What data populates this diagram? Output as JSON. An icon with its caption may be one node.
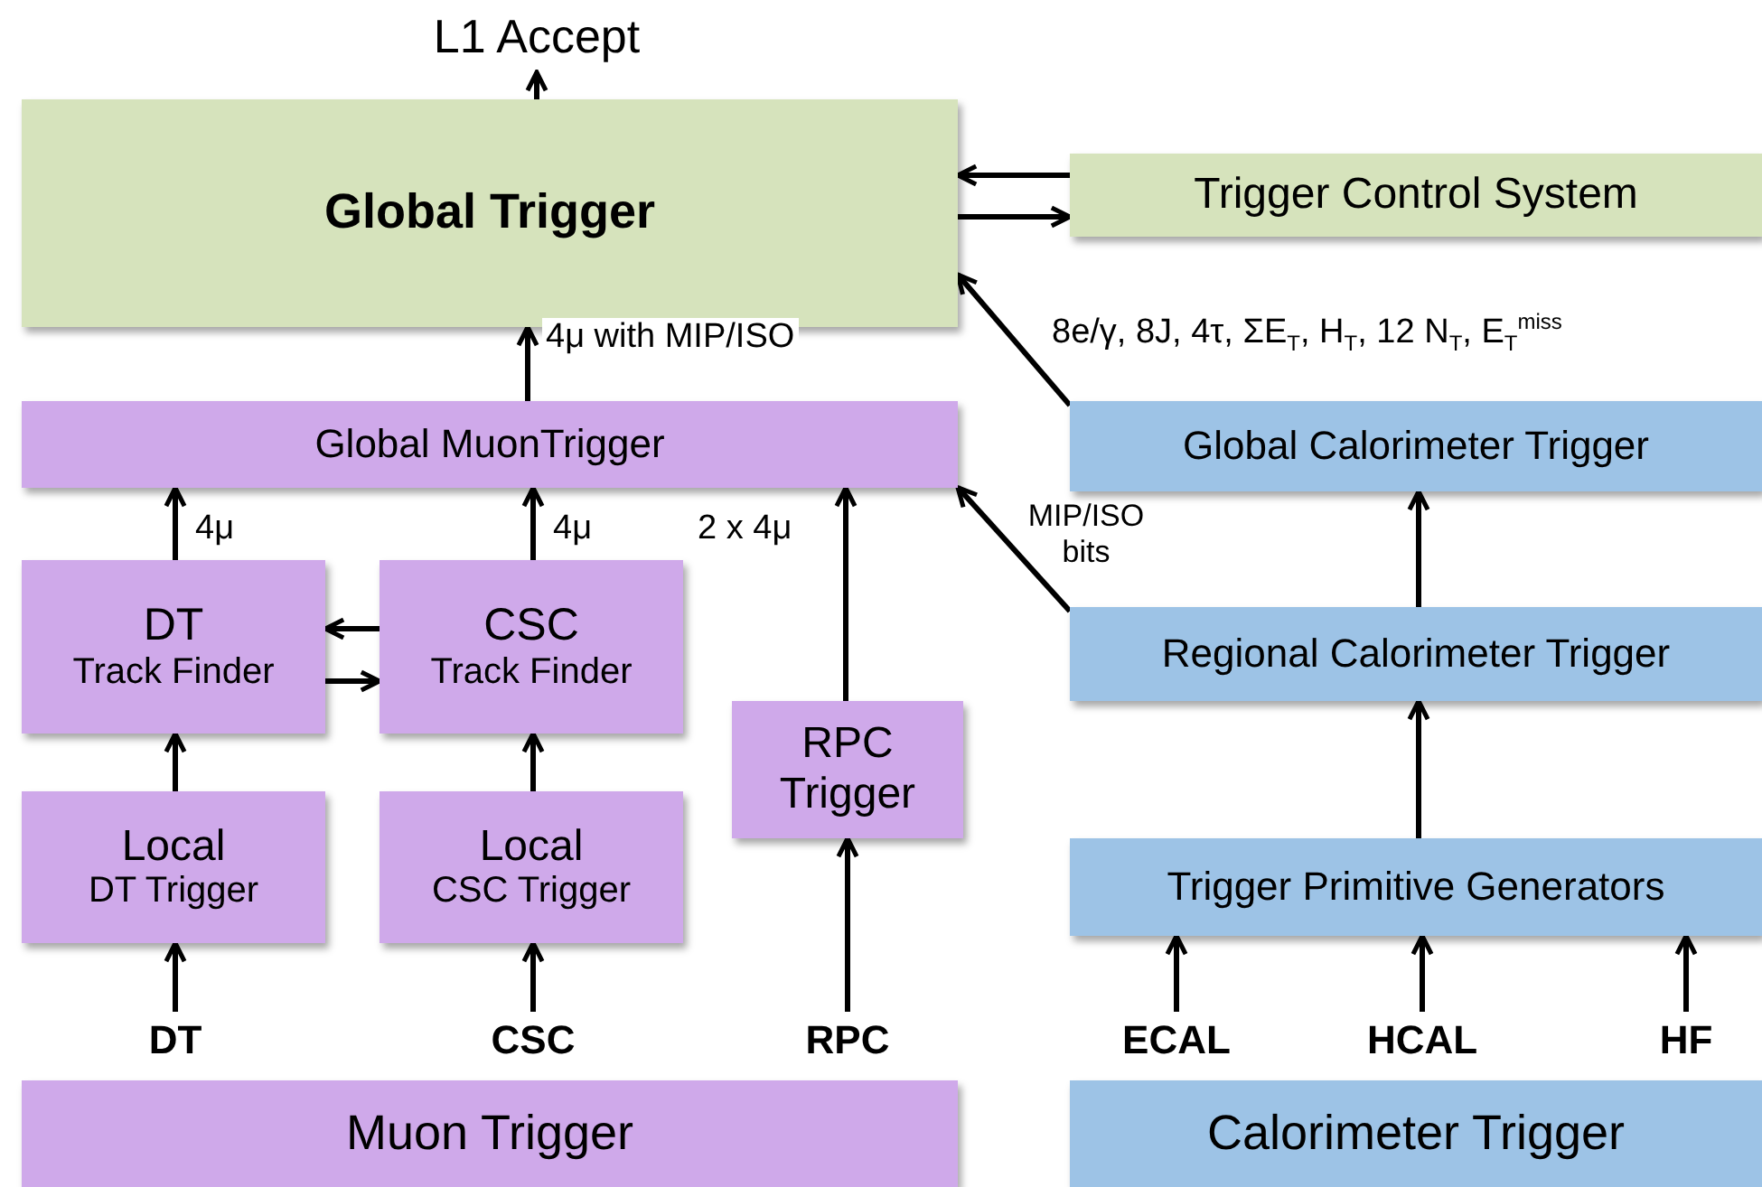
{
  "diagram": {
    "nodes": [
      {
        "text": [
          "L1 Accept"
        ]
      },
      {
        "text": [
          "Global Trigger"
        ]
      },
      {
        "text": [
          "Trigger Control System"
        ]
      },
      {
        "text": [
          "Global MuonTrigger"
        ]
      },
      {
        "text": [
          "Global Calorimeter Trigger"
        ]
      },
      {
        "text": [
          "DT",
          "Track Finder"
        ]
      },
      {
        "text": [
          "CSC",
          "Track Finder"
        ]
      },
      {
        "text": [
          "RPC Trigger"
        ]
      },
      {
        "text": [
          "Regional Calorimeter Trigger"
        ]
      },
      {
        "text": [
          "Local",
          "DT Trigger"
        ]
      },
      {
        "text": [
          "Local",
          "CSC Trigger"
        ]
      },
      {
        "text": [
          "Trigger Primitive Generators"
        ]
      },
      {
        "text": [
          "DT"
        ]
      },
      {
        "text": [
          "CSC"
        ]
      },
      {
        "text": [
          "RPC"
        ]
      },
      {
        "text": [
          "ECAL"
        ]
      },
      {
        "text": [
          "HCAL"
        ]
      },
      {
        "text": [
          "HF"
        ]
      },
      {
        "text": [
          "Muon Trigger"
        ]
      },
      {
        "text": [
          "Calorimeter Trigger"
        ]
      }
    ],
    "edges": [
      {
        "from": 1,
        "to": 0,
        "arrow": "to"
      },
      {
        "from": 2,
        "to": 1,
        "arrow": "to"
      },
      {
        "from": 1,
        "to": 2,
        "arrow": "to"
      },
      {
        "from": 3,
        "to": 1,
        "arrow": "to",
        "label": "4μ with MIP/ISO"
      },
      {
        "from": 4,
        "to": 1,
        "arrow": "to",
        "label": "8e/γ, 8J, 4τ, ΣE$_{T}$, H$_{T}$, 12 N$_{T}$, E$_{T}$$^{miss}$"
      },
      {
        "from": 8,
        "to": 3,
        "arrow": "to",
        "label": "MIP/ISO bits"
      },
      {
        "from": 5,
        "to": 3,
        "arrow": "to",
        "label": "4μ"
      },
      {
        "from": 6,
        "to": 3,
        "arrow": "to",
        "label": "4μ"
      },
      {
        "from": 7,
        "to": 3,
        "arrow": "to",
        "label": "2 x 4μ"
      },
      {
        "from": 6,
        "to": 5,
        "arrow": "to"
      },
      {
        "from": 5,
        "to": 6,
        "arrow": "to"
      },
      {
        "from": 9,
        "to": 5,
        "arrow": "to"
      },
      {
        "from": 10,
        "to": 6,
        "arrow": "to"
      },
      {
        "from": 12,
        "to": 9,
        "arrow": "to"
      },
      {
        "from": 13,
        "to": 10,
        "arrow": "to"
      },
      {
        "from": 14,
        "to": 7,
        "arrow": "to"
      },
      {
        "from": 8,
        "to": 4,
        "arrow": "to"
      },
      {
        "from": 11,
        "to": 8,
        "arrow": "to"
      },
      {
        "from": 15,
        "to": 11,
        "arrow": "to"
      },
      {
        "from": 16,
        "to": 11,
        "arrow": "to"
      },
      {
        "from": 17,
        "to": 11,
        "arrow": "to"
      }
    ]
  }
}
